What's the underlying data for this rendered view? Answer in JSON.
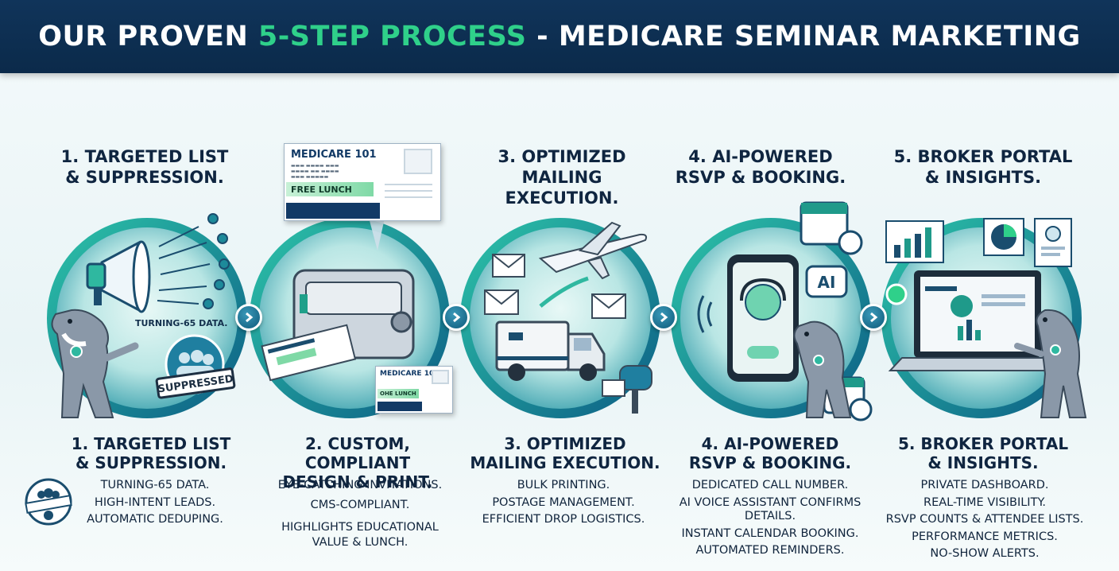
{
  "header": {
    "title_pre": "OUR PROVEN ",
    "title_accent": "5-STEP PROCESS",
    "title_post": " - MEDICARE SEMINAR MARKETING"
  },
  "colors": {
    "header_bg": "#0b2a4a",
    "accent_green": "#2fd08a",
    "teal": "#1a8a9c",
    "navy": "#0f2540"
  },
  "steps": [
    {
      "top_title": [
        "1. TARGETED LIST",
        "& SUPPRESSION."
      ],
      "title": [
        "1. TARGETED LIST",
        "& SUPPRESSION."
      ],
      "illustration_label": "TURNING-65 DATA.",
      "badge": "SUPPRESSED",
      "bullets": [
        "TURNING-65 DATA.",
        "HIGH-INTENT LEADS.",
        "AUTOMATIC DEDUPING."
      ],
      "icons": [
        "megaphone-icon",
        "dog-mascot-icon",
        "people-group-icon"
      ]
    },
    {
      "title": [
        "2. CUSTOM, COMPLIANT",
        "DESIGN & PRINT."
      ],
      "postcard_top": {
        "title": "MEDICARE 101",
        "lunch": "FREE LUNCH"
      },
      "postcard_bottom": {
        "title": "MEDICARE 101",
        "lunch": "OHE LUNCH"
      },
      "bullets": [
        "EYE-CATCHING INVITATIONS.",
        "CMS-COMPLIANT.",
        "HIGHLIGHTS EDUCATIONAL",
        "VALUE & LUNCH."
      ],
      "icons": [
        "printer-icon",
        "postcard-icon"
      ]
    },
    {
      "top_title": [
        "3. OPTIMIZED",
        "MAILING EXECUTION."
      ],
      "title": [
        "3. OPTIMIZED",
        "MAILING EXECUTION."
      ],
      "bullets": [
        "BULK PRINTING.",
        "POSTAGE MANAGEMENT.",
        "EFFICIENT DROP LOGISTICS."
      ],
      "icons": [
        "airplane-icon",
        "envelope-icon",
        "mail-truck-icon",
        "mailbox-icon"
      ]
    },
    {
      "top_title": [
        "4. AI-POWERED",
        "RSVP & BOOKING."
      ],
      "title": [
        "4. AI-POWERED",
        "RSVP & BOOKING."
      ],
      "ai_label": "AI",
      "bullets": [
        "DEDICATED CALL NUMBER.",
        "AI VOICE ASSISTANT CONFIRMS",
        "DETAILS.",
        "INSTANT CALENDAR BOOKING.",
        "AUTOMATED REMINDERS."
      ],
      "icons": [
        "phone-icon",
        "calendar-icon",
        "headset-icon",
        "dog-mascot-icon"
      ]
    },
    {
      "top_title": [
        "5. BROKER PORTAL",
        "& INSIGHTS."
      ],
      "title": [
        "5. BROKER PORTAL",
        "& INSIGHTS."
      ],
      "bullets": [
        "PRIVATE DASHBOARD.",
        "REAL-TIME VISIBILITY.",
        "RSVP COUNTS & ATTENDEE LISTS.",
        "PERFORMANCE METRICS.",
        "NO-SHOW ALERTS."
      ],
      "icons": [
        "laptop-icon",
        "bar-chart-icon",
        "pie-chart-icon",
        "profile-icon",
        "dog-mascot-icon"
      ]
    }
  ]
}
